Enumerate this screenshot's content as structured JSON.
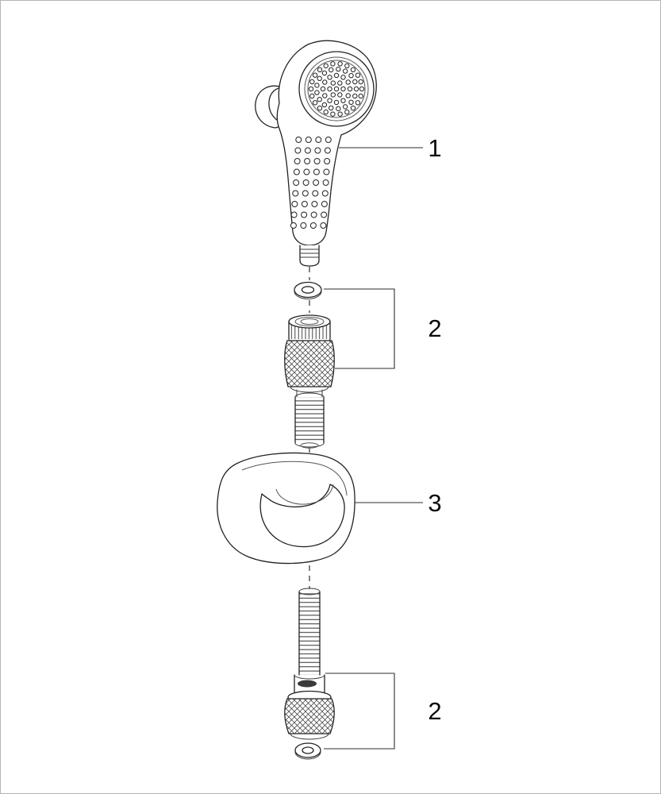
{
  "page": {
    "background": "#ffffff",
    "border_color": "#b4b4b4",
    "line_color": "#222222"
  },
  "diagram": {
    "type": "exploded-parts-diagram",
    "subject": "hand shower set with trigger spray head, seal washers, connection nuts, wall holder and flexible hose",
    "callouts": [
      {
        "label": "1",
        "part": "trigger-hand-shower"
      },
      {
        "label": "2",
        "part": "seal-washer-and-connection-nut"
      },
      {
        "label": "3",
        "part": "wall-holder"
      },
      {
        "label": "2",
        "part": "hose-connection-nut-and-seal-washer"
      }
    ]
  }
}
